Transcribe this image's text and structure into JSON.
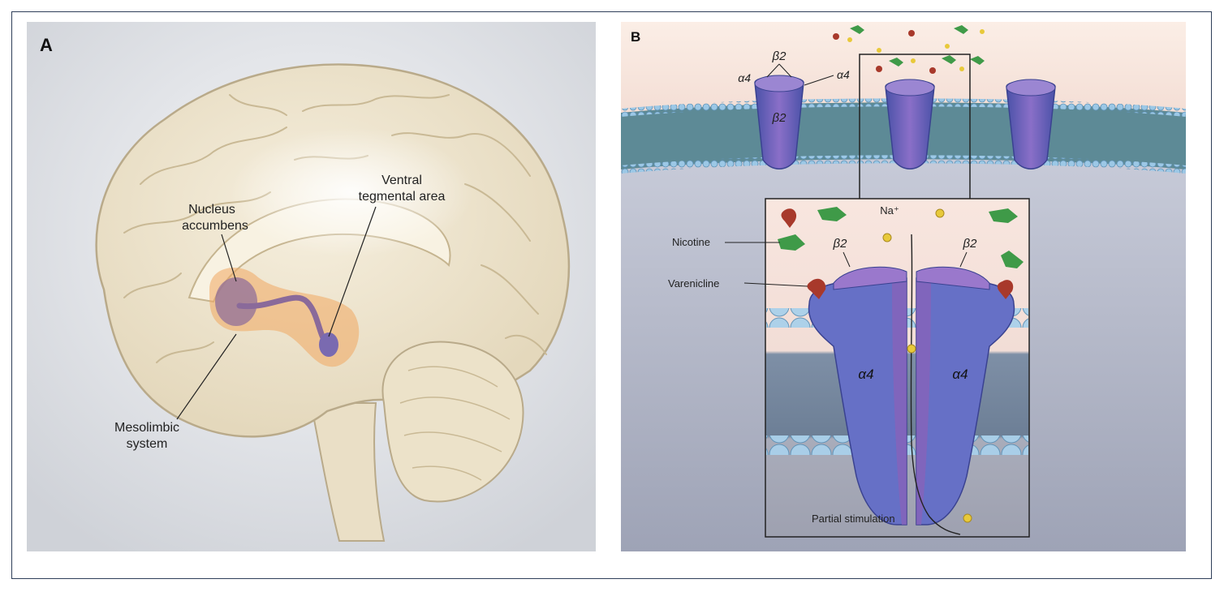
{
  "panel_a": {
    "letter": "A",
    "labels": {
      "nucleus_line1": "Nucleus",
      "nucleus_line2": "accumbens",
      "vta_line1": "Ventral",
      "vta_line2": "tegmental area",
      "meso_line1": "Mesolimbic",
      "meso_line2": "system"
    }
  },
  "panel_b": {
    "letter": "B",
    "membrane_labels": {
      "beta2_top": "β2",
      "alpha4_left": "α4",
      "alpha4_right": "α4",
      "beta2_body": "β2"
    },
    "inset_labels": {
      "sodium": "Na⁺",
      "nicotine": "Nicotine",
      "varenicline": "Varenicline",
      "beta2_left": "β2",
      "beta2_right": "β2",
      "alpha4_left": "α4",
      "alpha4_right": "α4",
      "partial": "Partial stimulation"
    }
  },
  "colors": {
    "frame": "#2f3f59",
    "brain": "#efe6d2",
    "brain_outline": "#b9aa8a",
    "highlight": "#f0a860",
    "channel_blue": "#6a72c9",
    "channel_purple": "#9a6fc4",
    "nicotine_green": "#3f9a48",
    "varenicline_red": "#a8392b",
    "sodium_yellow": "#e8c93a",
    "membrane_bead": "#9cc8e6"
  }
}
